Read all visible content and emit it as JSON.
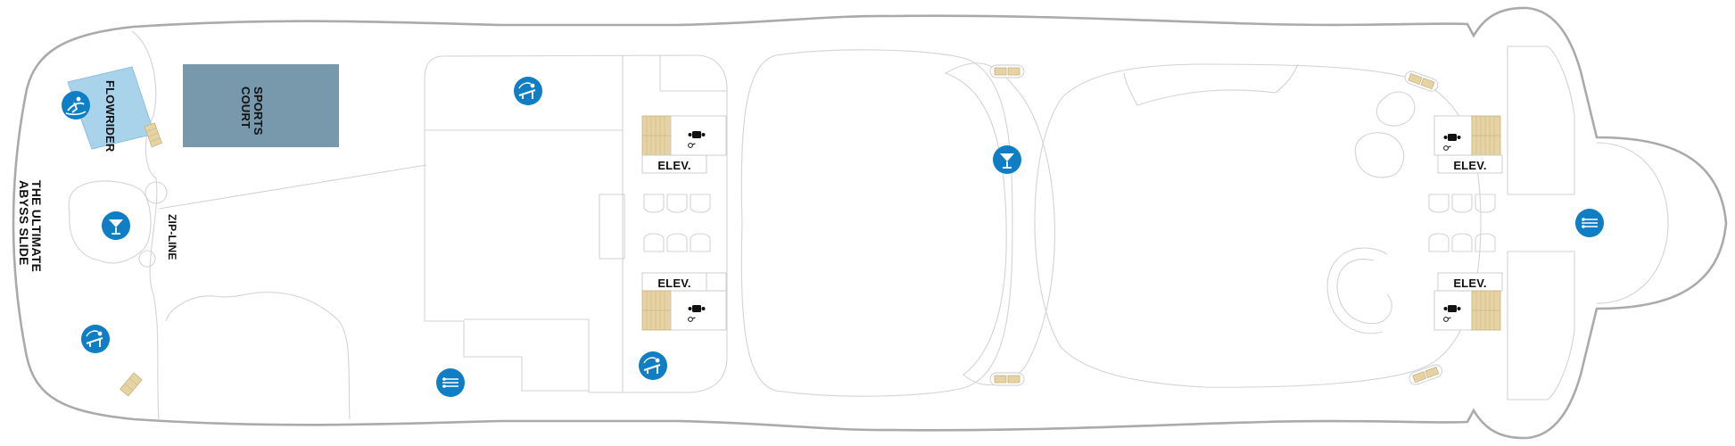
{
  "colors": {
    "hull_stroke": "#a9aaac",
    "room_stroke": "#d2d3d5",
    "icon_blue": "#0f7ec4",
    "sports_court": "#7898ab",
    "flowrider_pool": "#a9d3ea",
    "stairs": "#e6d3a4"
  },
  "labels": {
    "flowrider": "FLOWRIDER",
    "sports_court": [
      "SPORTS",
      "COURT"
    ],
    "abyss_slide": [
      "THE ULTIMATE",
      "ABYSS SLIDE"
    ],
    "zip_line": "ZIP-LINE",
    "elevator": "ELEV."
  },
  "icons": {
    "flowrider": "surfer-icon",
    "sunbathing": "sunbather-icon",
    "bar": "cocktail-glass-icon",
    "dining": "dining-fork-knife-icon",
    "restroom": "restroom-icon"
  }
}
